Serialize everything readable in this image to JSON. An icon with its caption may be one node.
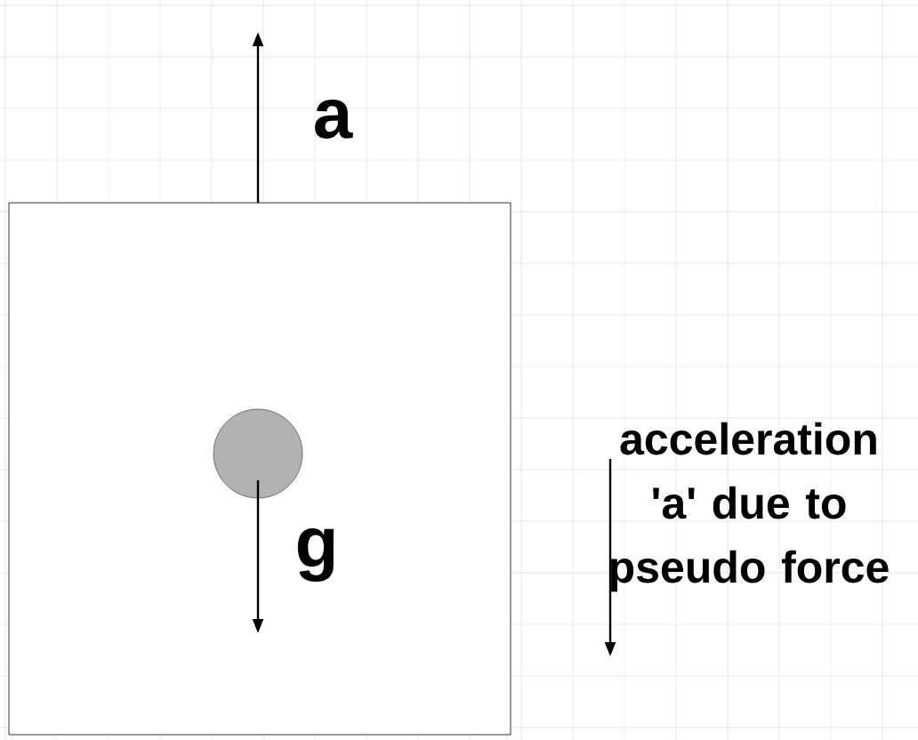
{
  "diagram": {
    "labels": [
      "a",
      "g",
      "acceleration 'a' due to pseudo force"
    ]
  }
}
